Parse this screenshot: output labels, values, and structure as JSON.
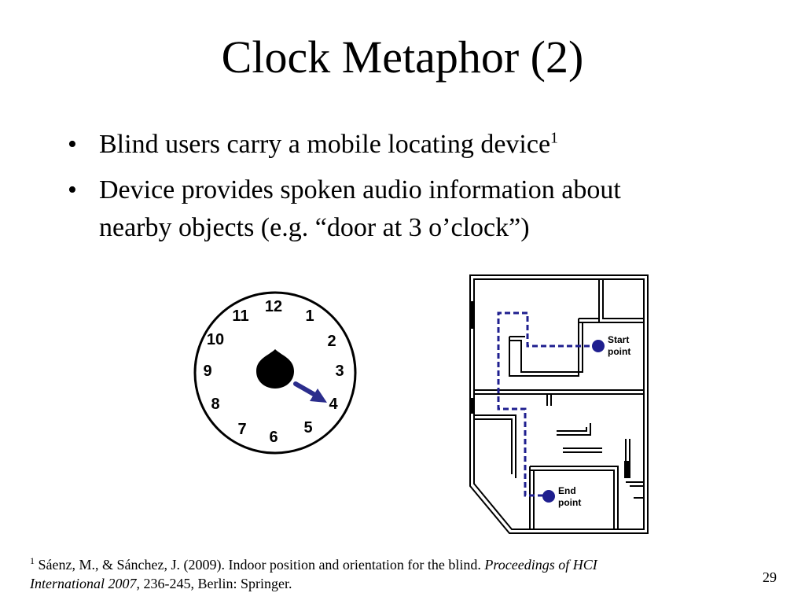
{
  "slide": {
    "title": "Clock Metaphor (2)",
    "bullet_char": "•",
    "bullets": [
      {
        "text": "Blind users carry a mobile locating device",
        "sup": "1"
      },
      {
        "text_line1": "Device provides spoken audio information about",
        "text_line2": "nearby objects (e.g. “door at 3 o’clock”)"
      }
    ],
    "page_number": "29"
  },
  "clock": {
    "numbers": [
      "12",
      "1",
      "2",
      "3",
      "4",
      "5",
      "6",
      "7",
      "8",
      "9",
      "10",
      "11"
    ],
    "arrow_points_to": "4",
    "arrow_color": "#2b2d8c"
  },
  "floor_plan": {
    "start_label_line1": "Start",
    "start_label_line2": "point",
    "end_label_line1": "End",
    "end_label_line2": "point",
    "path_color": "#1f1f8f"
  },
  "footnote": {
    "marker": "1",
    "authors": " Sáenz, M., & Sánchez, J. (2009). Indoor position and orientation for the blind. ",
    "venue_italic_1": "Proceedings of HCI",
    "venue_italic_2": "International 2007",
    "rest": ", 236-245, Berlin: Springer."
  }
}
